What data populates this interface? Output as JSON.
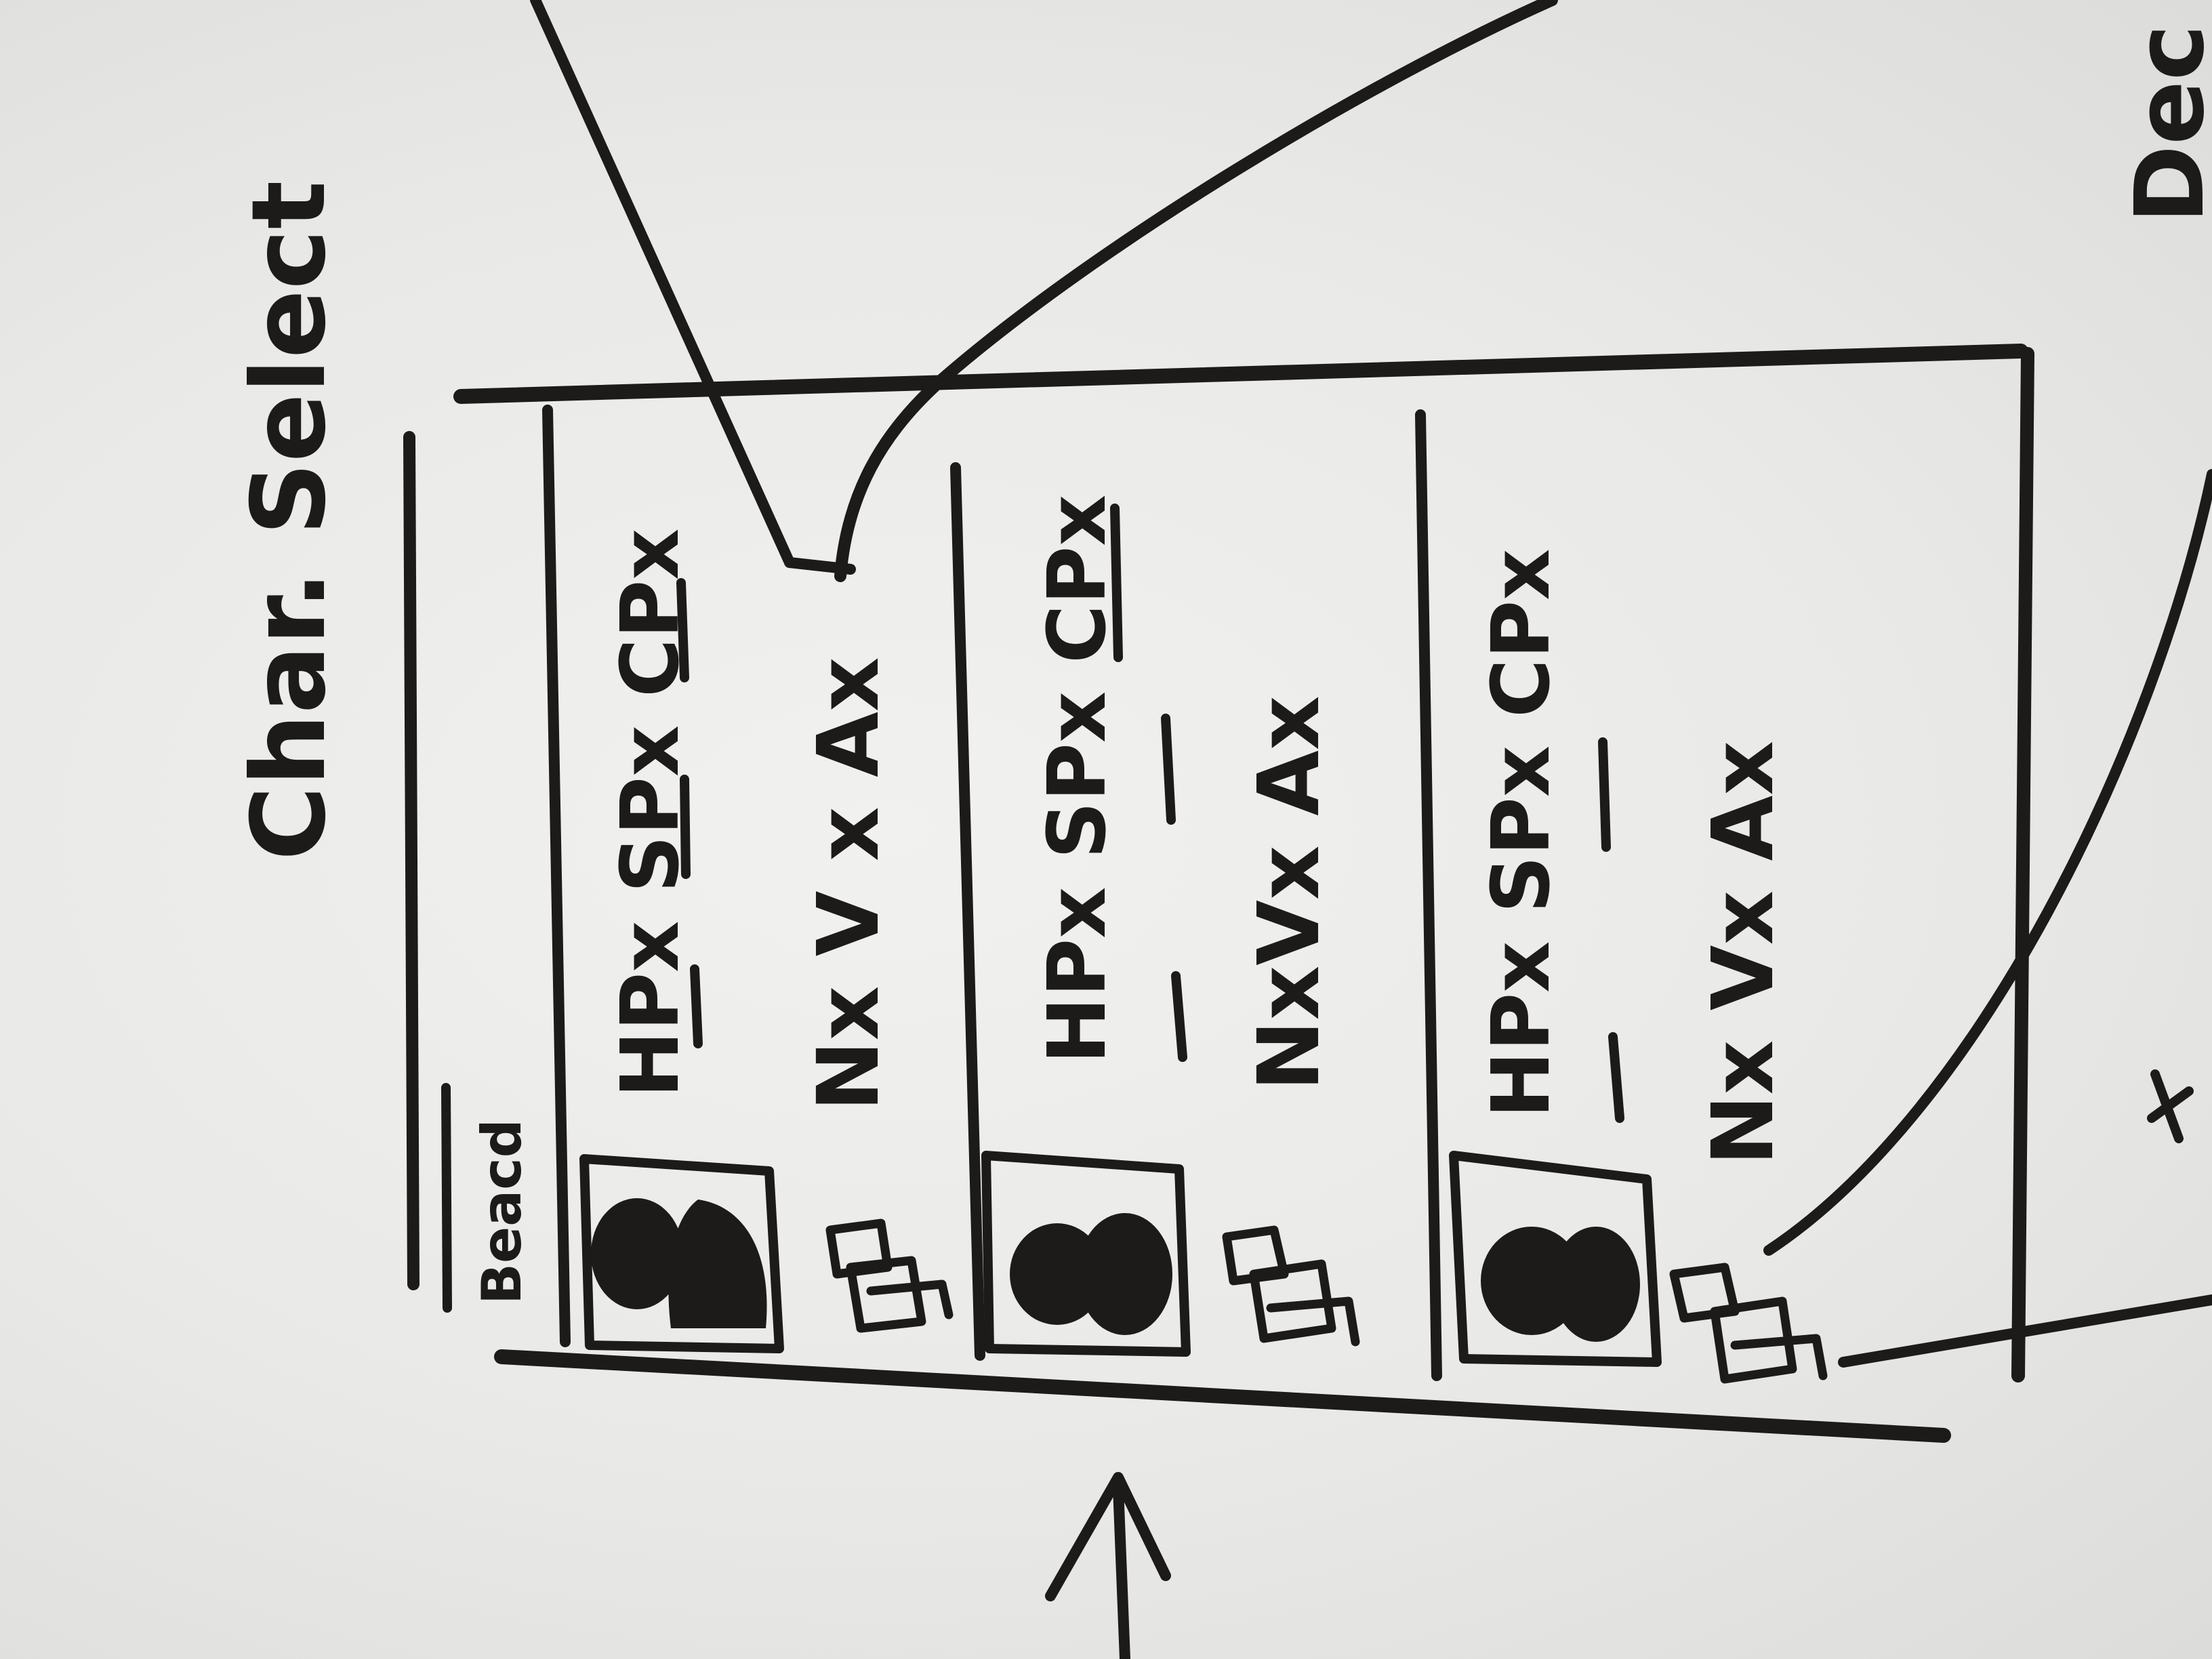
{
  "sketch": {
    "title": "Char. Select",
    "sidebar_label": "Beacd",
    "edge_label": "Dec",
    "rows": [
      {
        "stats_line": "HPx SPx CPx",
        "actions_line": "Nx V x Ax"
      },
      {
        "stats_line": "HPx SPx CPx",
        "actions_line": "NxVx Ax"
      },
      {
        "stats_line": "HPx SPx CPx",
        "actions_line": "Nx Vx Ax"
      }
    ]
  }
}
